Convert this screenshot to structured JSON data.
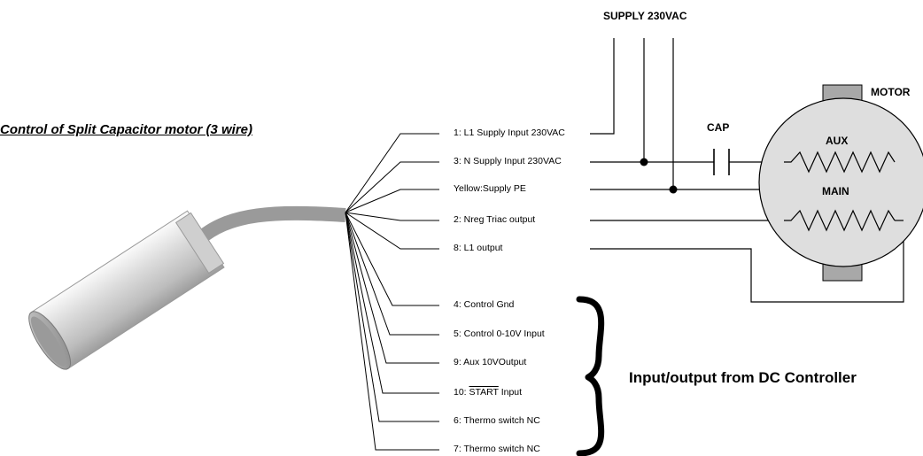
{
  "title": "Control of Split Capacitor motor (3 wire)",
  "supply_label": "SUPPLY 230VAC",
  "motor_label": "MOTOR",
  "cap_label": "CAP",
  "aux_label": "AUX",
  "main_label": "MAIN",
  "io_label": "Input/output from DC Controller",
  "pins": [
    {
      "text": "1: L1 Supply Input 230VAC"
    },
    {
      "text": "3: N Supply Input 230VAC"
    },
    {
      "text": "Yellow:Supply PE"
    },
    {
      "text": "2: Nreg Triac output"
    },
    {
      "text": "8: L1  output"
    },
    {
      "text": "4: Control Gnd"
    },
    {
      "text": "5: Control 0-10V Input"
    },
    {
      "text": "9: Aux 10VOutput"
    },
    {
      "text": "10: ",
      "overlined": "START",
      "suffix": " Input"
    },
    {
      "text": "6: Thermo switch NC"
    },
    {
      "text": "7: Thermo switch NC"
    }
  ]
}
